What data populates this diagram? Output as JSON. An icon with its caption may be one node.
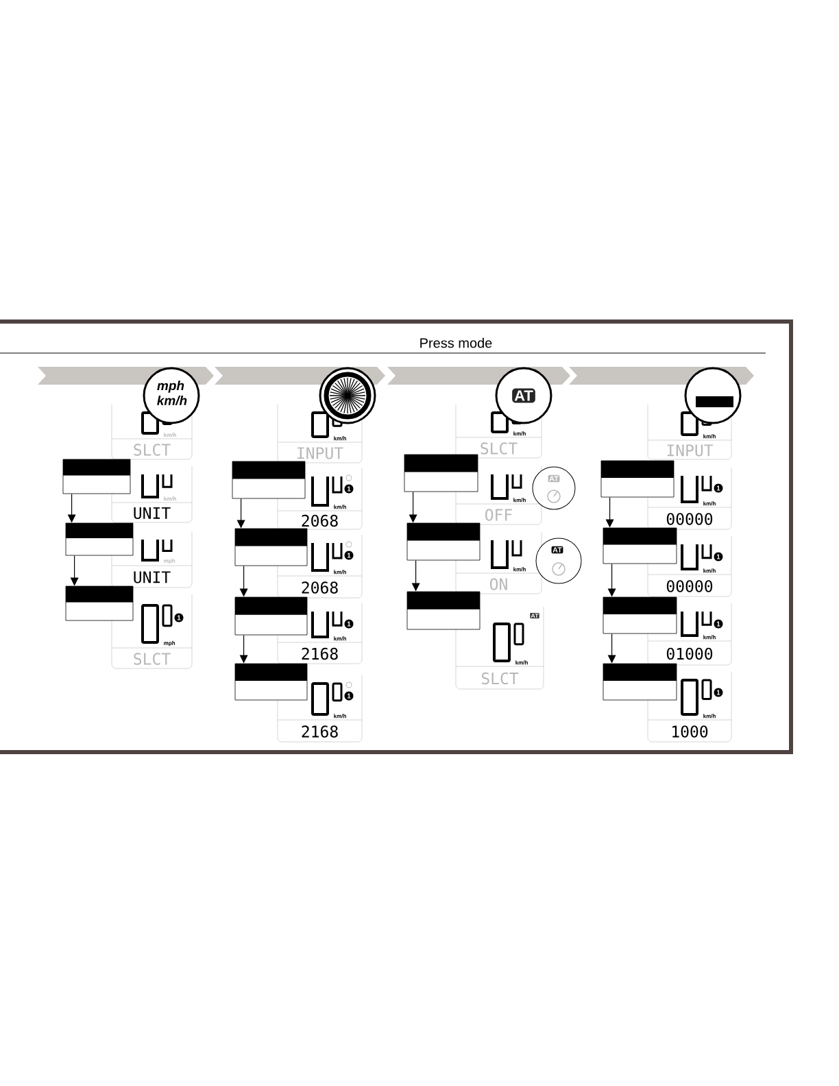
{
  "diagram": {
    "title": "Press mode",
    "nodes": [
      {
        "text": [],
        "shape": "box"
      },
      {
        "text": [],
        "shape": "box"
      },
      {
        "text": [],
        "shape": "box"
      },
      {
        "text": [],
        "shape": "box"
      },
      {
        "text": [],
        "shape": "box"
      },
      {
        "text": [],
        "shape": "box"
      },
      {
        "text": [],
        "shape": "box"
      },
      {
        "text": [],
        "shape": "box"
      },
      {
        "text": [],
        "shape": "box"
      },
      {
        "text": [],
        "shape": "box"
      },
      {
        "text": [],
        "shape": "box"
      },
      {
        "text": [],
        "shape": "box"
      },
      {
        "text": [],
        "shape": "box"
      },
      {
        "text": [],
        "shape": "box"
      }
    ],
    "edges": [
      {
        "from": 0,
        "to": 1,
        "arrow": "to"
      },
      {
        "from": 1,
        "to": 2,
        "arrow": "to"
      },
      {
        "from": 3,
        "to": 4,
        "arrow": "to"
      },
      {
        "from": 4,
        "to": 5,
        "arrow": "to"
      },
      {
        "from": 5,
        "to": 6,
        "arrow": "to"
      },
      {
        "from": 7,
        "to": 8,
        "arrow": "to"
      },
      {
        "from": 8,
        "to": 9,
        "arrow": "to"
      },
      {
        "from": 10,
        "to": 11,
        "arrow": "to"
      },
      {
        "from": 11,
        "to": 12,
        "arrow": "to"
      },
      {
        "from": 12,
        "to": 13,
        "arrow": "to"
      }
    ],
    "labels": [
      "mph",
      "km/h",
      "km/h",
      "SLCT",
      "km/h",
      "UNIT",
      "mph",
      "UNIT",
      "1",
      "mph",
      "SLCT",
      "km/h",
      "INPUT",
      "1",
      "km/h",
      "2068",
      "1",
      "km/h",
      "2068",
      "1",
      "km/h",
      "2168",
      "1",
      "km/h",
      "2168",
      "AT",
      "km/h",
      "SLCT",
      "km/h",
      "AT",
      "OFF",
      "km/h",
      "AT",
      "ON",
      "AT",
      "km/h",
      "SLCT",
      "km/h",
      "INPUT",
      "1",
      "km/h",
      "00000",
      "1",
      "km/h",
      "00000",
      "1",
      "km/h",
      "01000",
      "1",
      "km/h",
      "1000"
    ]
  }
}
